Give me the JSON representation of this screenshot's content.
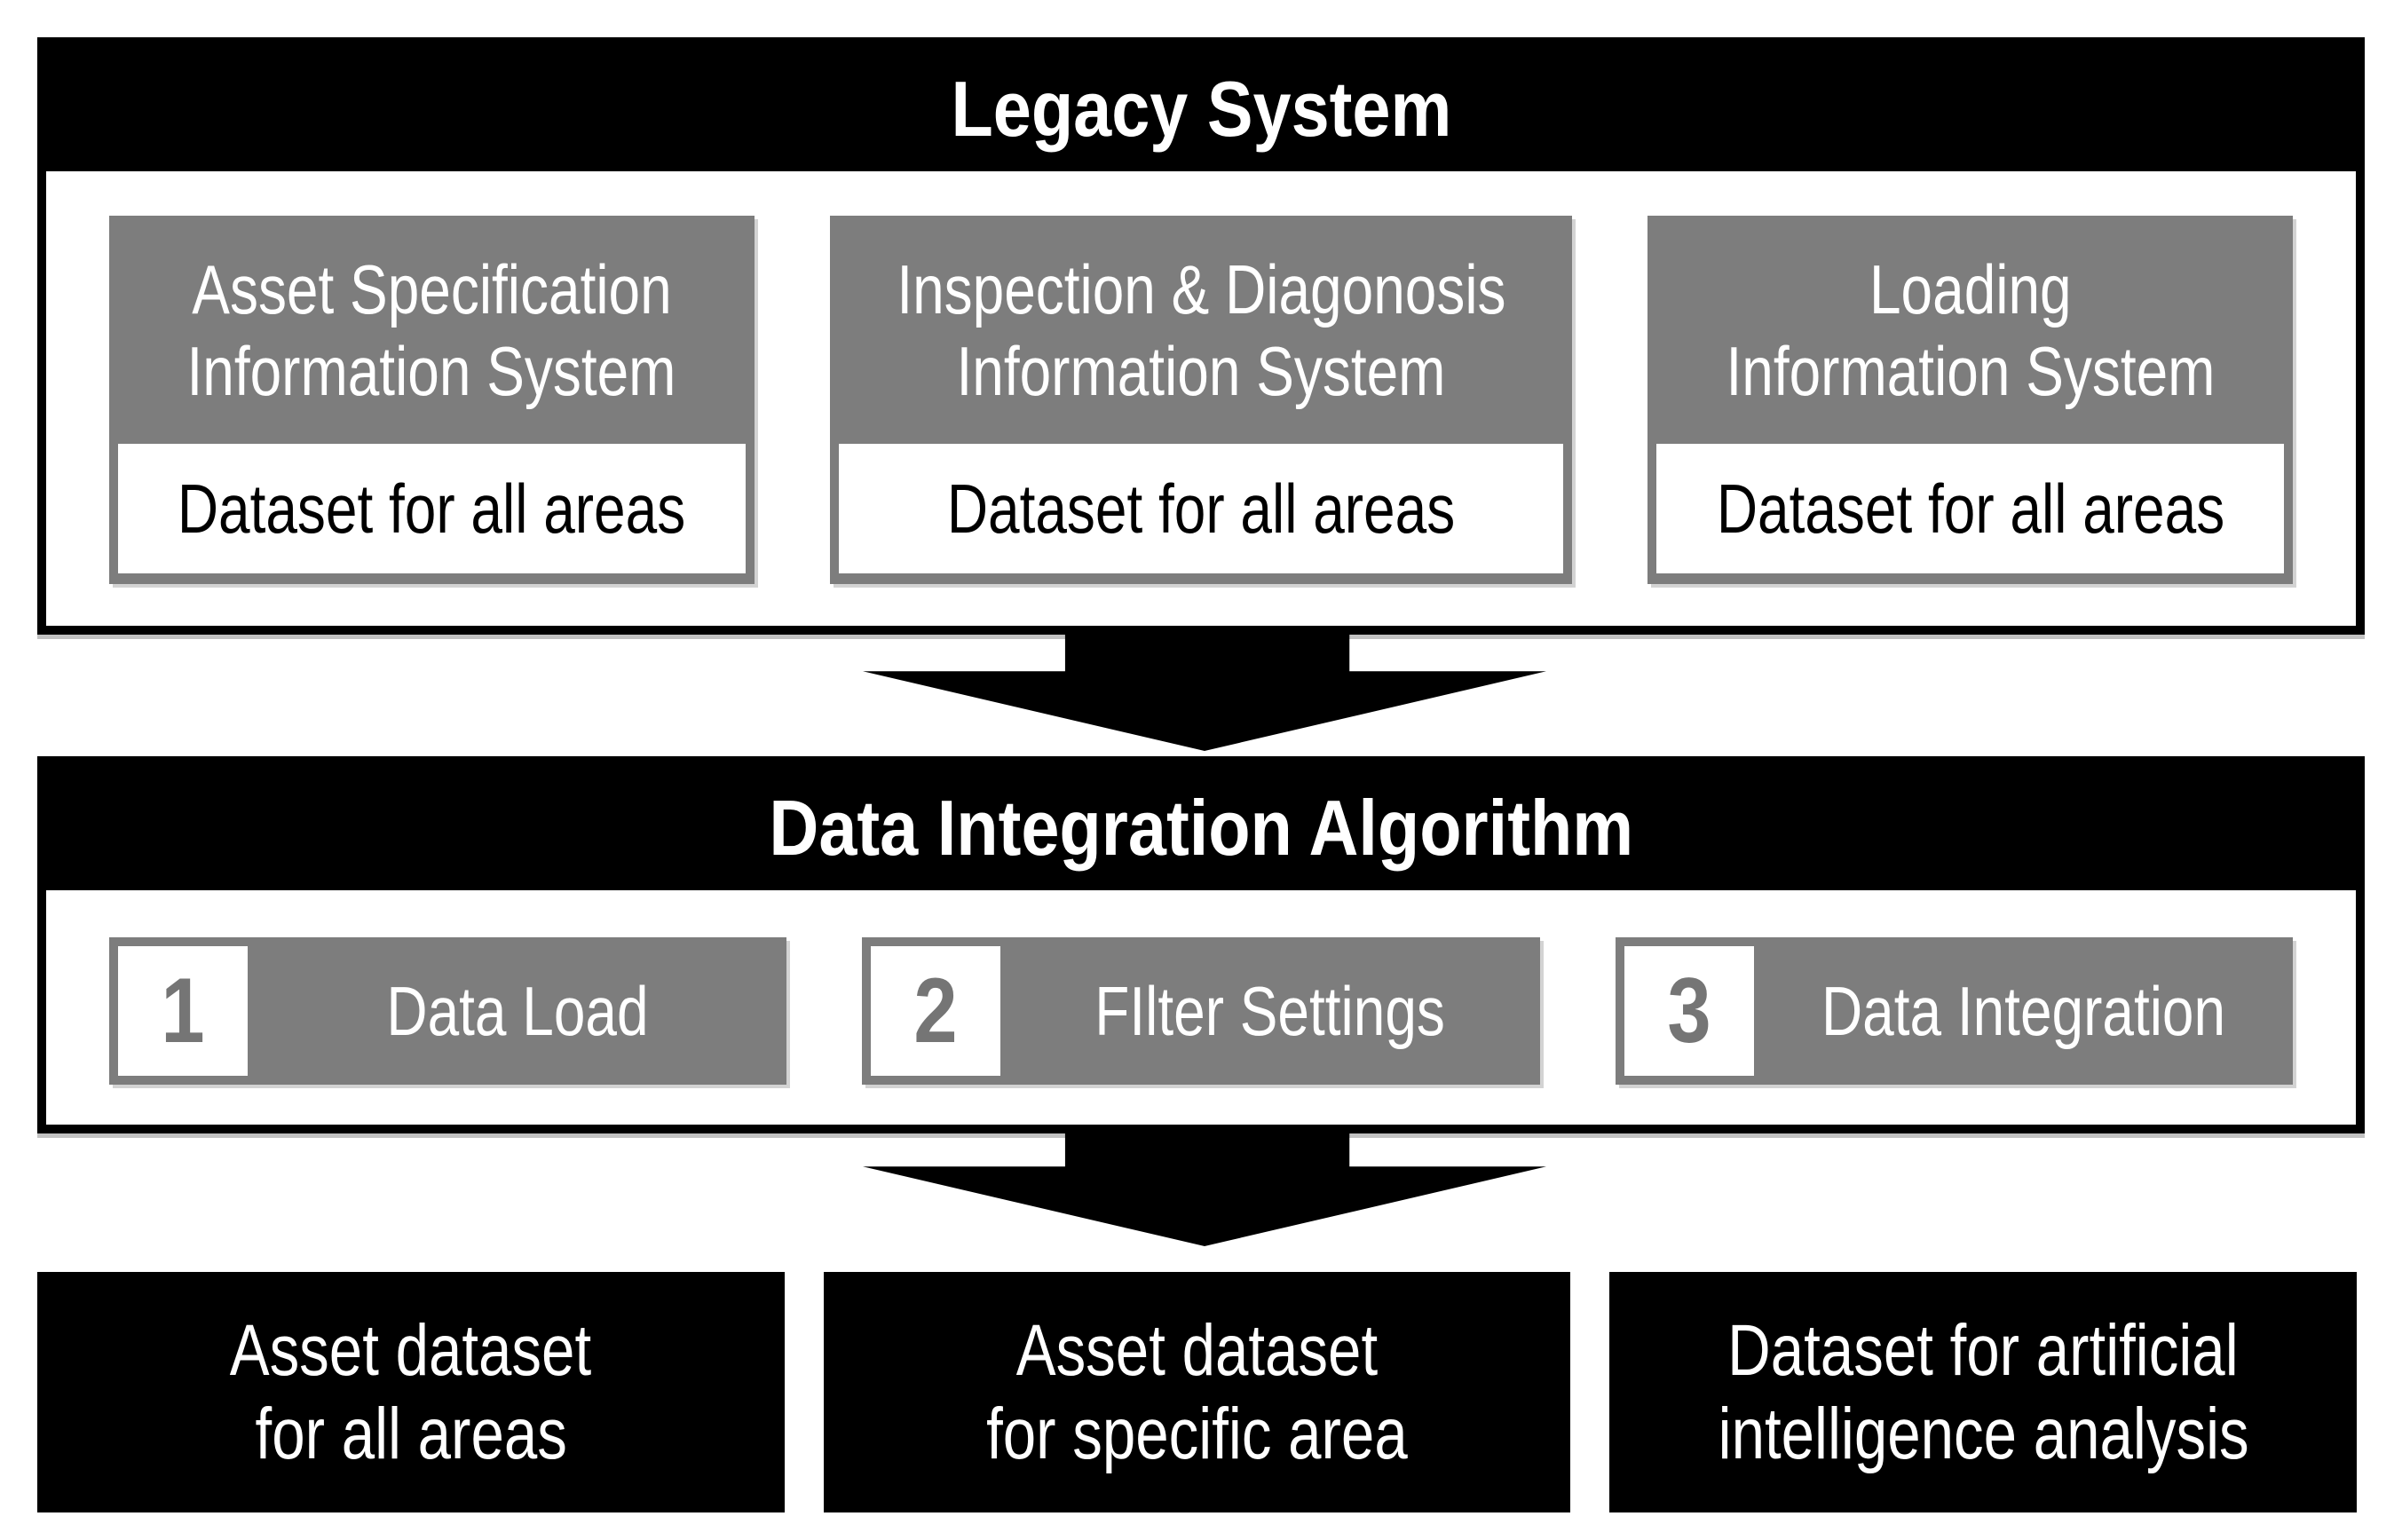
{
  "colors": {
    "box_gray": "#7d7d7d",
    "header_black": "#000000",
    "text_white": "#ffffff",
    "number_gray": "#757575"
  },
  "legacy": {
    "title": "Legacy System",
    "systems": [
      {
        "title_line1": "Asset Specification",
        "title_line2": "Information System",
        "dataset_label": "Dataset for all areas"
      },
      {
        "title_line1": "Inspection & Diagonosis",
        "title_line2": "Information System",
        "dataset_label": "Dataset for all areas"
      },
      {
        "title_line1": "Loading",
        "title_line2": "Information System",
        "dataset_label": "Dataset for all areas"
      }
    ]
  },
  "algorithm": {
    "title": "Data Integration Algorithm",
    "steps": [
      {
        "number": "1",
        "label": "Data Load"
      },
      {
        "number": "2",
        "label": "FIlter Settings"
      },
      {
        "number": "3",
        "label": "Data Integration"
      }
    ]
  },
  "outputs": [
    {
      "line1": "Asset dataset",
      "line2": "for all areas"
    },
    {
      "line1": "Asset dataset",
      "line2": "for specific area"
    },
    {
      "line1": "Dataset for artificial",
      "line2": "intelligence analysis"
    }
  ]
}
